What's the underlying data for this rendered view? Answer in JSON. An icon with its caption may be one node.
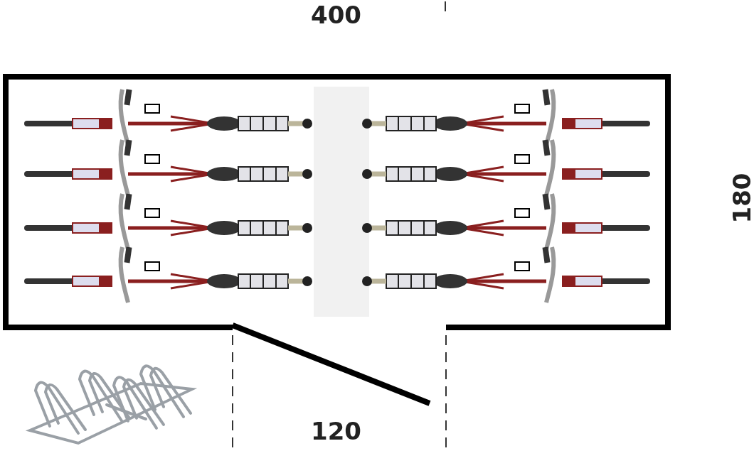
{
  "diagram": {
    "labels": [
      "400",
      "180",
      "120"
    ]
  }
}
